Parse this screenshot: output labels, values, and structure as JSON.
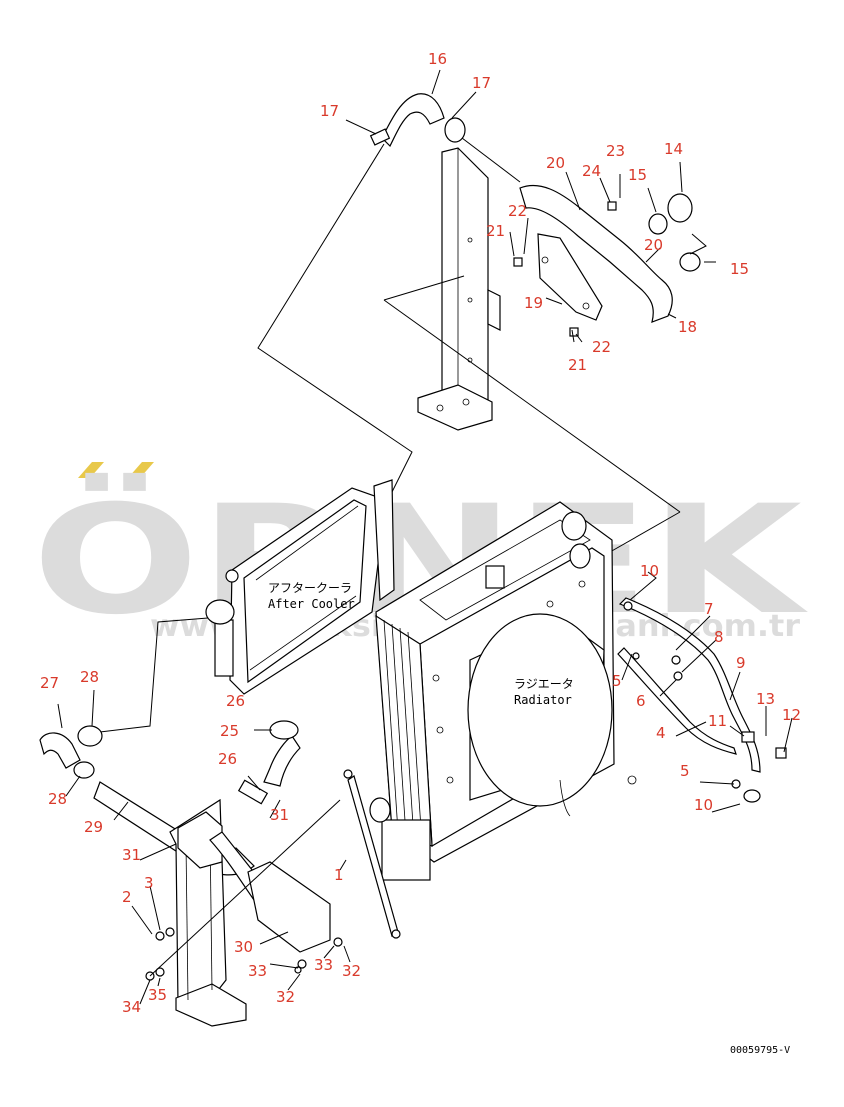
{
  "watermark": {
    "brand": "ÖRNEK",
    "url": "www.orneksiparisonlinealani.com.tr",
    "accent": "#e8c84a",
    "gray": "#d6d6d6"
  },
  "labels": {
    "aftercooler_jp": "アフタークーラ",
    "aftercooler_en": "After Cooler",
    "radiator_jp": "ラジエータ",
    "radiator_en": "Radiator"
  },
  "drawing_code": "00059795-V",
  "callouts": [
    {
      "id": "c16a",
      "text": "16"
    },
    {
      "id": "c17a",
      "text": "17"
    },
    {
      "id": "c17b",
      "text": "17"
    },
    {
      "id": "c20a",
      "text": "20"
    },
    {
      "id": "c24",
      "text": "24"
    },
    {
      "id": "c23",
      "text": "23"
    },
    {
      "id": "c14",
      "text": "14"
    },
    {
      "id": "c15a",
      "text": "15"
    },
    {
      "id": "c22a",
      "text": "22"
    },
    {
      "id": "c21a",
      "text": "21"
    },
    {
      "id": "c20b",
      "text": "20"
    },
    {
      "id": "c15b",
      "text": "15"
    },
    {
      "id": "c19",
      "text": "19"
    },
    {
      "id": "c18",
      "text": "18"
    },
    {
      "id": "c22b",
      "text": "22"
    },
    {
      "id": "c21b",
      "text": "21"
    },
    {
      "id": "c10a",
      "text": "10"
    },
    {
      "id": "c7",
      "text": "7"
    },
    {
      "id": "c8",
      "text": "8"
    },
    {
      "id": "c9",
      "text": "9"
    },
    {
      "id": "c5a",
      "text": "5"
    },
    {
      "id": "c6",
      "text": "6"
    },
    {
      "id": "c13",
      "text": "13"
    },
    {
      "id": "c12",
      "text": "12"
    },
    {
      "id": "c4",
      "text": "4"
    },
    {
      "id": "c11",
      "text": "11"
    },
    {
      "id": "c5b",
      "text": "5"
    },
    {
      "id": "c10b",
      "text": "10"
    },
    {
      "id": "c27",
      "text": "27"
    },
    {
      "id": "c28a",
      "text": "28"
    },
    {
      "id": "c26a",
      "text": "26"
    },
    {
      "id": "c25",
      "text": "25"
    },
    {
      "id": "c26b",
      "text": "26"
    },
    {
      "id": "c28b",
      "text": "28"
    },
    {
      "id": "c29",
      "text": "29"
    },
    {
      "id": "c31a",
      "text": "31"
    },
    {
      "id": "c31b",
      "text": "31"
    },
    {
      "id": "c1",
      "text": "1"
    },
    {
      "id": "c3",
      "text": "3"
    },
    {
      "id": "c2",
      "text": "2"
    },
    {
      "id": "c30",
      "text": "30"
    },
    {
      "id": "c33a",
      "text": "33"
    },
    {
      "id": "c33b",
      "text": "33"
    },
    {
      "id": "c32a",
      "text": "32"
    },
    {
      "id": "c34",
      "text": "34"
    },
    {
      "id": "c35",
      "text": "35"
    },
    {
      "id": "c32b",
      "text": "32"
    }
  ]
}
